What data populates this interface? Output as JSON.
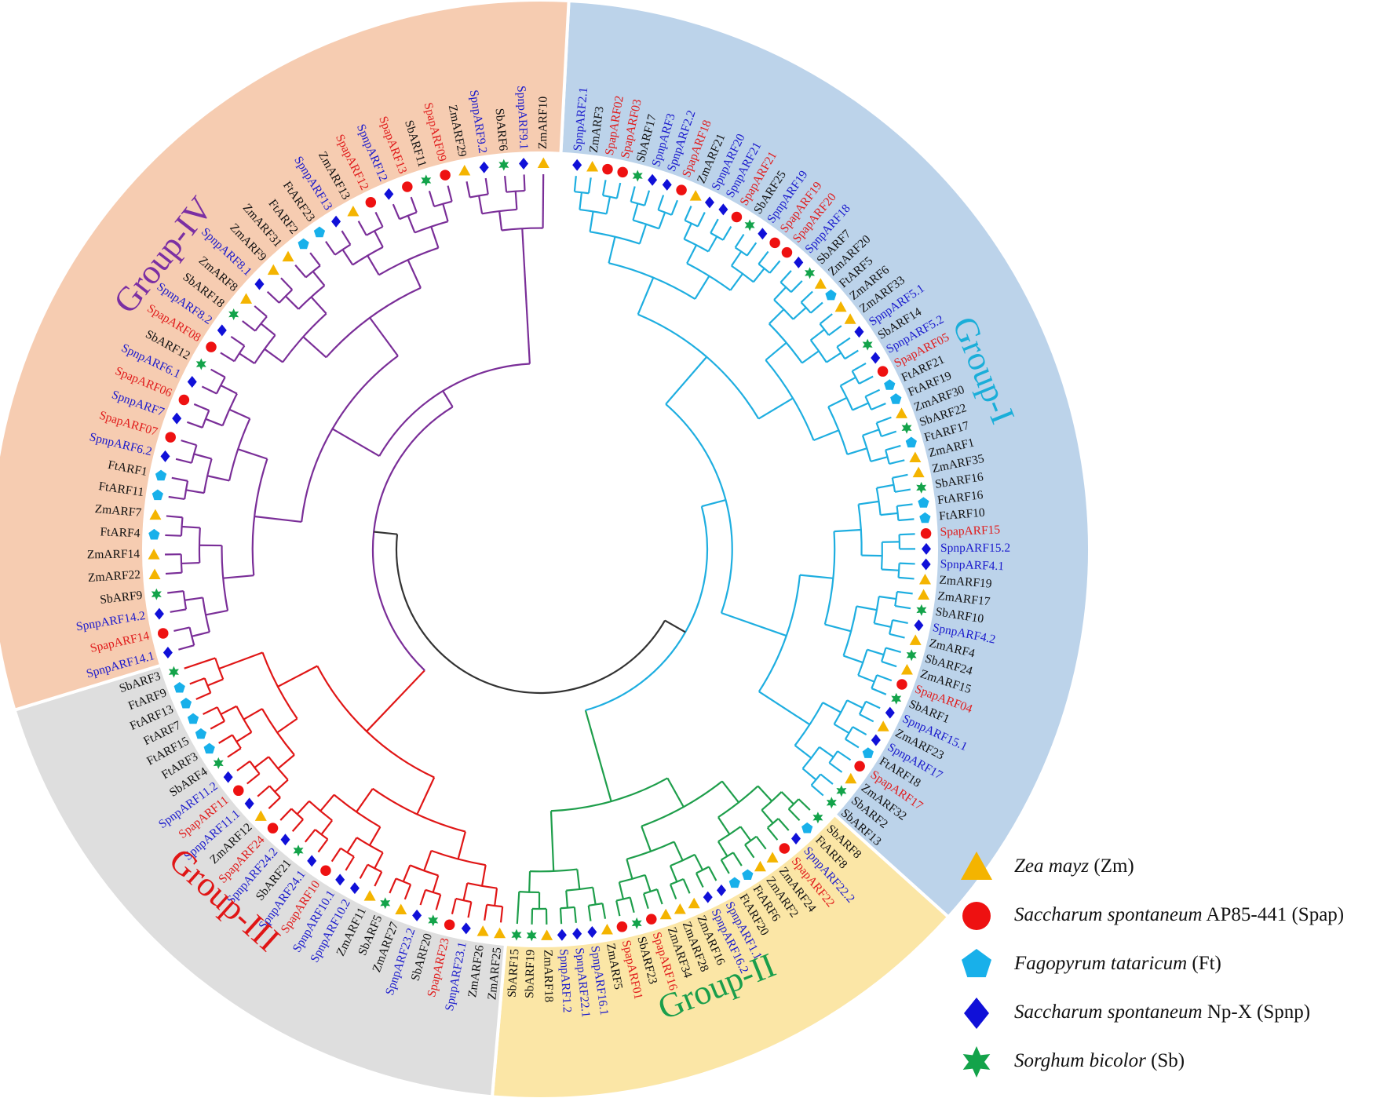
{
  "groups": [
    {
      "label": "Group-I",
      "color": "#1aaed9",
      "bg": "#bcd3ea",
      "branch": "#1eaee0"
    },
    {
      "label": "Group-II",
      "color": "#1a9e4b",
      "bg": "#fbe6a6",
      "branch": "#1e9e4b"
    },
    {
      "label": "Group-III",
      "color": "#e01616",
      "bg": "#dedede",
      "branch": "#e01616"
    },
    {
      "label": "Group-IV",
      "color": "#7b2fa3",
      "bg": "#f6ccb1",
      "branch": "#7a2e98"
    }
  ],
  "species_colors": {
    "Zm": "#f4b400",
    "Spap": "#ee1111",
    "Ft": "#18b0ea",
    "Spnp": "#1010d8",
    "Sb": "#13a34a"
  },
  "label_colors": {
    "Zm": "#111111",
    "Spap": "#e01b1b",
    "Ft": "#111111",
    "Spnp": "#1a1acc",
    "Sb": "#111111"
  },
  "leaves": {
    "group1": [
      "SpnpARF2.1",
      "ZmARF3",
      "SpapARF02",
      "SpapARF03",
      "SbARF17",
      "SpnpARF3",
      "SpnpARF2.2",
      "SpapARF18",
      "ZmARF21",
      "SpnpARF20",
      "SpnpARF21",
      "SpapARF21",
      "SbARF25",
      "SpnpARF19",
      "SpapARF19",
      "SpapARF20",
      "SpnpARF18",
      "SbARF7",
      "ZmARF20",
      "FtARF5",
      "ZmARF6",
      "ZmARF33",
      "SpnpARF5.1",
      "SbARF14",
      "SpnpARF5.2",
      "SpapARF05",
      "FtARF21",
      "FtARF19",
      "ZmARF30",
      "SbARF22",
      "FtARF17",
      "ZmARF1",
      "ZmARF35",
      "SbARF16",
      "FtARF16",
      "FtARF10",
      "SpapARF15",
      "SpnpARF15.2",
      "SpnpARF4.1",
      "ZmARF19",
      "ZmARF17",
      "SbARF10",
      "SpnpARF4.2",
      "ZmARF4",
      "SbARF24",
      "ZmARF15",
      "SpapARF04",
      "SbARF1",
      "SpnpARF15.1",
      "ZmARF23",
      "SpnpARF17",
      "FtARF18",
      "SpapARF17",
      "ZmARF32",
      "SbARF2",
      "SbARF13"
    ],
    "group2": [
      "SbARF8",
      "FtARF8",
      "SpnpARF22.2",
      "SpapARF22",
      "ZmARF24",
      "ZmARF2",
      "FtARF6",
      "FtARF20",
      "SpnpARF1.1",
      "SpnpARF16.2",
      "ZmARF16",
      "ZmARF28",
      "ZmARF34",
      "SpapARF16",
      "SbARF23",
      "SpapARF01",
      "ZmARF5",
      "SpnpARF16.1",
      "SpnpARF22.1",
      "SpnpARF1.2",
      "ZmARF18",
      "SbARF19",
      "SbARF15"
    ],
    "group3": [
      "ZmARF25",
      "ZmARF26",
      "SpnpARF23.1",
      "SpapARF23",
      "SbARF20",
      "SpnpARF23.2",
      "ZmARF27",
      "SbARF5",
      "ZmARF11",
      "SpnpARF10.2",
      "SpnpARF10.1",
      "SpapARF10",
      "SpnpARF24.1",
      "SbARF21",
      "SpnpARF24.2",
      "SpapARF24",
      "ZmARF12",
      "SpnpARF11.1",
      "SpapARF11",
      "SpnpARF11.2",
      "SbARF4",
      "FtARF3",
      "FtARF15",
      "FtARF7",
      "FtARF13",
      "FtARF9",
      "SbARF3"
    ],
    "group4": [
      "SpnpARF14.1",
      "SpapARF14",
      "SpnpARF14.2",
      "SbARF9",
      "ZmARF22",
      "ZmARF14",
      "FtARF4",
      "ZmARF7",
      "FtARF11",
      "FtARF1",
      "SpnpARF6.2",
      "SpapARF07",
      "SpnpARF7",
      "SpapARF06",
      "SpnpARF6.1",
      "SbARF12",
      "SpapARF08",
      "SpnpARF8.2",
      "SbARF18",
      "ZmARF8",
      "SpnpARF8.1",
      "ZmARF9",
      "ZmARF31",
      "FtARF2",
      "FtARF23",
      "SpnpARF13",
      "ZmARF13",
      "SpapARF12",
      "SpnpARF12",
      "SpapARF13",
      "SbARF11",
      "SpapARF09",
      "ZmARF29",
      "SpnpARF9.2",
      "SbARF6",
      "SpnpARF9.1",
      "ZmARF10"
    ]
  },
  "legend": [
    {
      "species": "Zm",
      "name_italic": "Zea mayz",
      "suffix": " (Zm)"
    },
    {
      "species": "Spap",
      "name_italic": "Saccharum spontaneum",
      "suffix": " AP85-441 (Spap)"
    },
    {
      "species": "Ft",
      "name_italic": "Fagopyrum tataricum",
      "suffix": " (Ft)"
    },
    {
      "species": "Spnp",
      "name_italic": "Saccharum spontaneum",
      "suffix": " Np-X (Spnp)"
    },
    {
      "species": "Sb",
      "name_italic": "Sorghum bicolor",
      "suffix": " (Sb)"
    }
  ]
}
